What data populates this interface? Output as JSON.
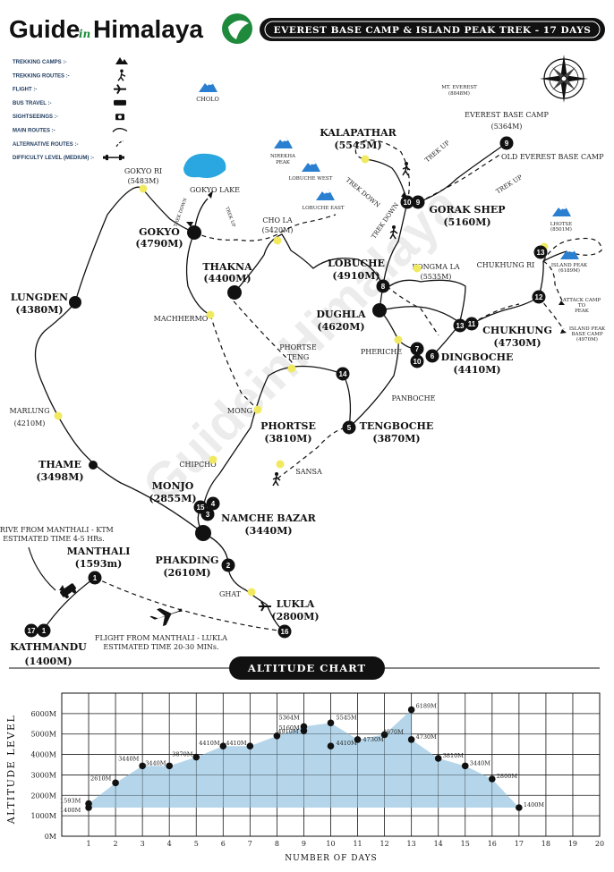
{
  "brand": {
    "part1": "Guide",
    "part2": "in",
    "part3": "Himalaya"
  },
  "trip_title": "EVEREST BASE CAMP & ISLAND PEAK TREK - 17 DAYS",
  "legend": [
    {
      "label": "TREKKING CAMPS :-",
      "icon": "camps-icon"
    },
    {
      "label": "TREKKING ROUTES :-",
      "icon": "trekker-icon"
    },
    {
      "label": "FLIGHT :-",
      "icon": "airplane-icon"
    },
    {
      "label": "BUS TRAVEL :-",
      "icon": "bus-icon"
    },
    {
      "label": "SIGHTSEEINGS :-",
      "icon": "camera-icon"
    },
    {
      "label": "MAIN ROUTES :-",
      "icon": "main-route-icon"
    },
    {
      "label": "ALTERNATIVE ROUTES :-",
      "icon": "dashed-route-icon"
    },
    {
      "label": "DIFFICULTY LEVEL (MEDIUM) :-",
      "icon": "dumbbell-icon"
    }
  ],
  "watermark": "GuideinHimalaya",
  "peaks": {
    "cholo": "CHOLO",
    "nirekha": [
      "NIREKHA",
      "PEAK"
    ],
    "lobuche_west": "LOBUCHE WEST",
    "lobuche_east": "LOBUCHE EAST",
    "lhotse": [
      "LHOTSE",
      "(8501M)"
    ],
    "island_peak": [
      "ISLAND PEAK",
      "(6189M)"
    ],
    "everest": [
      "MT. EVEREST",
      "(8848M)"
    ]
  },
  "places": {
    "gokyo_ri": [
      "GOKYO RI",
      "(5483M)"
    ],
    "gokyo_lake": "GOKYO LAKE",
    "gokyo": [
      "GOKYO",
      "(4790M)"
    ],
    "cho_la": [
      "CHO LA",
      "(5420M)"
    ],
    "kalapathar": [
      "KALAPATHAR",
      "(5545M)"
    ],
    "ebc": [
      "EVEREST BASE CAMP",
      "(5364M)"
    ],
    "old_ebc": "OLD EVEREST BASE CAMP",
    "gorak_shep": [
      "GORAK SHEP",
      "(5160M)"
    ],
    "lungden": [
      "LUNGDEN",
      "(4380M)"
    ],
    "thakna": [
      "THAKNA",
      "(4400M)"
    ],
    "lobuche": [
      "LOBUCHE",
      "(4910M)"
    ],
    "kongma_la": [
      "KONGMA LA",
      "(5535M)"
    ],
    "chukhung_ri": "CHUKHUNG RI",
    "machhermo": "MACHHERMO",
    "dughla": [
      "DUGHLA",
      "(4620M)"
    ],
    "chukhung": [
      "CHUKHUNG",
      "(4730M)"
    ],
    "attack_camp": [
      "ATTACK CAMP",
      "TO",
      "PEAK"
    ],
    "island_base": [
      "ISLAND PEAK",
      "BASE CAMP",
      "(4970M)"
    ],
    "phortse_teng": [
      "PHORTSE",
      "TENG"
    ],
    "pheriche": "PHERICHE",
    "dingboche": [
      "DINGBOCHE",
      "(4410M)"
    ],
    "marlung": [
      "MARLUNG",
      "(4210M)"
    ],
    "mong": "MONG",
    "phortse": [
      "PHORTSE",
      "(3810M)"
    ],
    "panboche": "PANBOCHE",
    "tengboche": [
      "TENGBOCHE",
      "(3870M)"
    ],
    "thame": [
      "THAME",
      "(3498M)"
    ],
    "chipcho": "CHIPCHO",
    "sansa": "SANSA",
    "monjo": [
      "MONJO",
      "(2855M)"
    ],
    "namche": [
      "NAMCHE BAZAR",
      "(3440M)"
    ],
    "phakding": [
      "PHAKDING",
      "(2610M)"
    ],
    "ghat": "GHAT",
    "lukla": [
      "LUKLA",
      "(2800M)"
    ],
    "manthali": [
      "MANTHALI",
      "(1593m)"
    ],
    "kathmandu": [
      "KATHMANDU",
      "(1400M)"
    ]
  },
  "route_notes": {
    "trek_up_1": "TREK UP",
    "trek_up_2": "TREK UP",
    "trek_down_1": "TREK DOWN",
    "trek_down_2": "TREK DOWN",
    "trek_up_3": "TREK UP",
    "drive": [
      "DRIVE FROM MANTHALI - KTM",
      "ESTIMATED TIME 4-5 HRs."
    ],
    "flight": [
      "FLIGHT FROM MANTHALI - LUKLA",
      "ESTIMATED TIME 20-30 MINs."
    ]
  },
  "altitude_chart": {
    "title": "ALTITUDE CHART",
    "ylabel": "ALTITUDE LEVEL",
    "xlabel": "NUMBER OF DAYS",
    "colors": {
      "fill": "#a8cfe6",
      "grid": "#222222"
    }
  },
  "chart_data": {
    "type": "area",
    "title": "ALTITUDE CHART",
    "xlabel": "NUMBER OF DAYS",
    "ylabel": "ALTITUDE LEVEL",
    "xlim": [
      0,
      20
    ],
    "ylim": [
      0,
      7000
    ],
    "yticks": [
      "0M",
      "1000M",
      "2000M",
      "3000M",
      "4000M",
      "5000M",
      "6000M"
    ],
    "xticks": [
      "1",
      "2",
      "3",
      "4",
      "5",
      "6",
      "7",
      "8",
      "9",
      "10",
      "11",
      "12",
      "13",
      "14",
      "15",
      "16",
      "17",
      "18",
      "19",
      "20"
    ],
    "points": [
      {
        "x": 1,
        "y": 1400,
        "label": "1400M"
      },
      {
        "x": 1,
        "y": 1593,
        "label": "1593M"
      },
      {
        "x": 2,
        "y": 2610,
        "label": "2610M"
      },
      {
        "x": 3,
        "y": 3440,
        "label": "3440M"
      },
      {
        "x": 4,
        "y": 3440,
        "label": "3440M"
      },
      {
        "x": 5,
        "y": 3870,
        "label": "3870M"
      },
      {
        "x": 6,
        "y": 4410,
        "label": "4410M"
      },
      {
        "x": 7,
        "y": 4410,
        "label": "4410M"
      },
      {
        "x": 8,
        "y": 4910,
        "label": "4910M"
      },
      {
        "x": 9,
        "y": 5160,
        "label": "5160M"
      },
      {
        "x": 9,
        "y": 5364,
        "label": "5364M"
      },
      {
        "x": 10,
        "y": 5545,
        "label": "5545M"
      },
      {
        "x": 10,
        "y": 4410,
        "label": "4410M"
      },
      {
        "x": 11,
        "y": 4730,
        "label": "4730M"
      },
      {
        "x": 12,
        "y": 4970,
        "label": "4970M"
      },
      {
        "x": 13,
        "y": 6189,
        "label": "6189M"
      },
      {
        "x": 13,
        "y": 4730,
        "label": "4730M"
      },
      {
        "x": 14,
        "y": 3810,
        "label": "3810M"
      },
      {
        "x": 15,
        "y": 3440,
        "label": "3440M"
      },
      {
        "x": 16,
        "y": 2800,
        "label": "2800M"
      },
      {
        "x": 17,
        "y": 1400,
        "label": "1400M"
      }
    ],
    "grid": true
  }
}
